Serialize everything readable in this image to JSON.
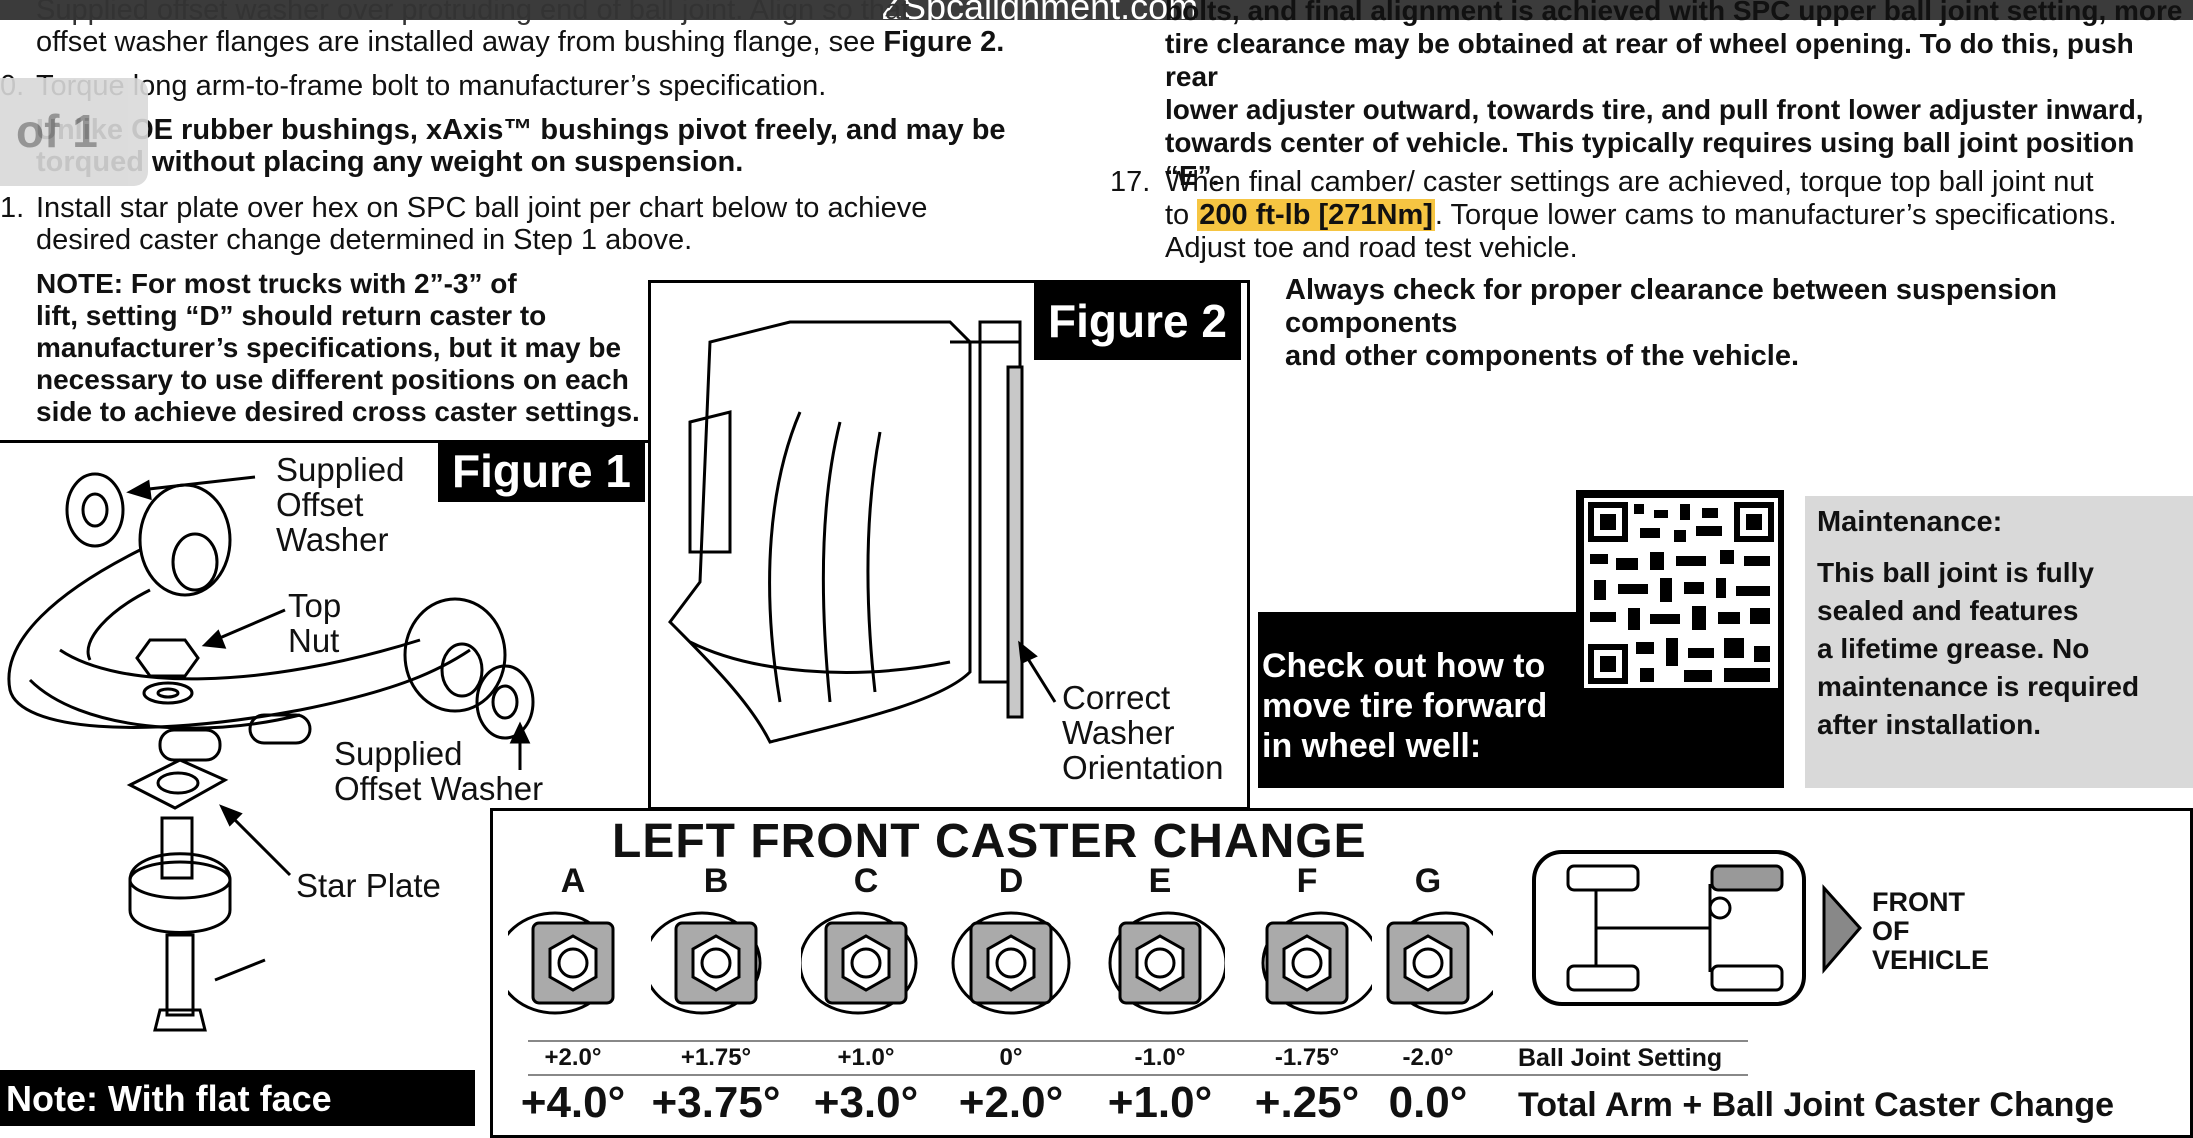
{
  "header": {
    "site": "ZSpcalignment.com"
  },
  "page_badge": "of 1",
  "left_col": {
    "line_a": "Supplied offset washer over protruding end of ball joint. Align so that",
    "line_b": "offset washer flanges are installed away from bushing flange, see ",
    "line_b_ref": "Figure 2.",
    "step_num": "0.",
    "step_text": "Torque long arm-to-frame bolt to manufacturer’s specification.",
    "note_line1": "Unlike OE rubber bushings, xAxis™ bushings pivot freely, and may be",
    "note_line2": "torqued without placing any weight on suspension.",
    "step11_num": "1.",
    "step11_line1": "Install star plate over hex on SPC ball joint per chart below to achieve",
    "step11_line2": "desired caster change determined in Step 1 above.",
    "note2": [
      "NOTE: For most trucks with 2”-3” of",
      "lift, setting “D” should return caster to",
      "manufacturer’s specifications, but it may be",
      "necessary to use different positions on each",
      "side to achieve desired cross caster settings."
    ],
    "bottom_note": "Note: With flat face"
  },
  "right_col": {
    "bold_lines": [
      "bolts, and final alignment is achieved with SPC upper ball joint setting, more",
      "tire clearance may be obtained at rear of wheel opening. To do this, push rear",
      "lower adjuster outward, towards tire, and pull front lower adjuster inward,",
      "towards center of vehicle. This typically requires using ball joint position “E”."
    ],
    "step17_num": "17.",
    "step17_line1": "When final camber/ caster settings are achieved, torque top ball joint nut",
    "step17_pre": "to ",
    "step17_highlight": "200 ft-lb [271Nm]",
    "step17_post": ". Torque lower cams to manufacturer’s specifications.",
    "step17_line3": "Adjust toe and road test vehicle.",
    "warning_line1": "Always check for proper clearance between suspension components",
    "warning_line2": "and other components of the vehicle."
  },
  "figure1": {
    "label": "Figure 1",
    "callouts": {
      "washer1": [
        "Supplied",
        "Offset",
        "Washer"
      ],
      "nut": [
        "Top",
        "Nut"
      ],
      "washer2": [
        "Supplied",
        "Offset Washer"
      ],
      "star": "Star Plate"
    }
  },
  "figure2": {
    "label": "Figure 2",
    "callout": [
      "Correct",
      "Washer",
      "Orientation"
    ]
  },
  "qr_box": {
    "text": [
      "Check out how to",
      "move tire forward",
      "in wheel well:"
    ]
  },
  "maintenance": {
    "title": "Maintenance:",
    "lines": [
      "This ball joint is fully",
      "sealed and features",
      "a lifetime grease. No",
      "maintenance is required",
      "after installation."
    ]
  },
  "caster_chart": {
    "title": "LEFT FRONT CASTER CHANGE",
    "positions": [
      {
        "letter": "A",
        "setting": "+2.0°",
        "total": "+4.0°"
      },
      {
        "letter": "B",
        "setting": "+1.75°",
        "total": "+3.75°"
      },
      {
        "letter": "C",
        "setting": "+1.0°",
        "total": "+3.0°"
      },
      {
        "letter": "D",
        "setting": "0°",
        "total": "+2.0°"
      },
      {
        "letter": "E",
        "setting": "-1.0°",
        "total": "+1.0°"
      },
      {
        "letter": "F",
        "setting": "-1.75°",
        "total": "+.25°"
      },
      {
        "letter": "G",
        "setting": "-2.0°",
        "total": "0.0°"
      }
    ],
    "setting_label": "Ball Joint Setting",
    "total_label": "Total Arm + Ball Joint Caster Change",
    "front_label": [
      "FRONT",
      "OF",
      "VEHICLE"
    ]
  }
}
